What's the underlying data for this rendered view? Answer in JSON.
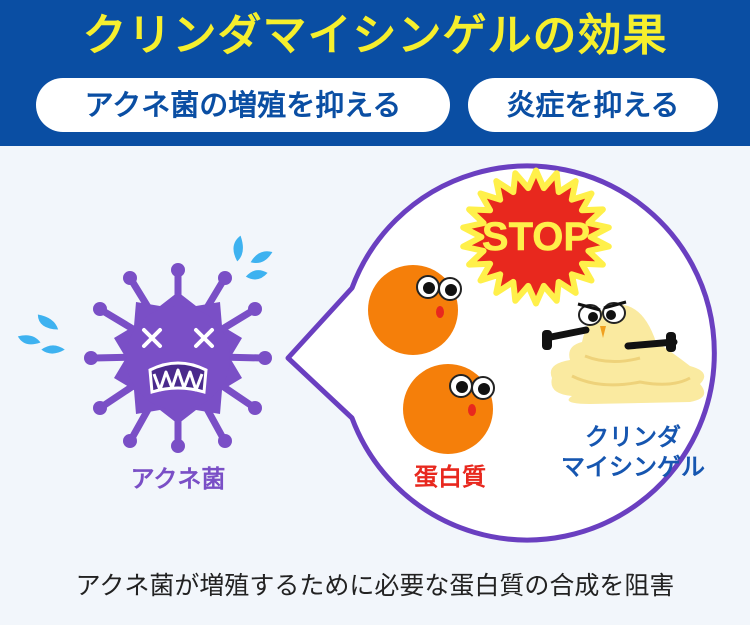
{
  "title": "クリンダマイシンゲルの効果",
  "pills": [
    "アクネ菌の増殖を抑える",
    "炎症を抑える"
  ],
  "stop_text": "STOP",
  "labels": {
    "bacteria": "アクネ菌",
    "protein": "蛋白質",
    "gel_line1": "クリンダ",
    "gel_line2": "マイシンゲル"
  },
  "caption": "アクネ菌が増殖するために必要な蛋白質の合成を阻害",
  "colors": {
    "header_bg": "#0a4ea3",
    "title": "#f6ef2d",
    "bacteria": "#7a4fc6",
    "protein": "#f57f0a",
    "stop_burst": "#e8281e",
    "stop_outline": "#fff04a",
    "gel": "#faeaa0",
    "label_blue": "#1656b0",
    "sweat": "#3eb2f0"
  },
  "icons": [
    "bacteria-icon",
    "sweat-drops-icon",
    "protein-ball-icon",
    "gel-character-icon",
    "stop-burst-icon",
    "speech-bubble"
  ]
}
